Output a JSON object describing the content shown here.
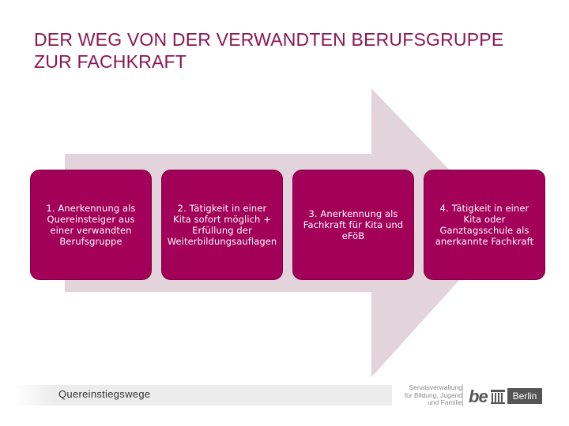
{
  "slide": {
    "title_line1": "DER WEG VON DER VERWANDTEN BERUFSGRUPPE",
    "title_line2": "ZUR FACHKRAFT"
  },
  "steps": [
    {
      "text": "1. Anerkennung als Quereinsteiger aus einer verwandten Berufsgruppe"
    },
    {
      "text": "2. Tätigkeit in einer Kita sofort möglich + Erfüllung der Weiterbildungsauflagen"
    },
    {
      "text": "3. Anerkennung als Fachkraft für Kita und eFöB"
    },
    {
      "text": "4. Tätigkeit in einer Kita oder Ganztagsschule als anerkannte Fachkraft"
    }
  ],
  "footer": {
    "label": "Quereinstiegswege",
    "sender_line1": "Senatsverwaltung",
    "sender_line2": "für Bildung, Jugend",
    "sender_line3": "und Familie",
    "logo_be": "be",
    "logo_city": "Berlin"
  },
  "colors": {
    "accent": "#a3005a",
    "arrow": "#e3d3da",
    "title": "#8a1652"
  }
}
